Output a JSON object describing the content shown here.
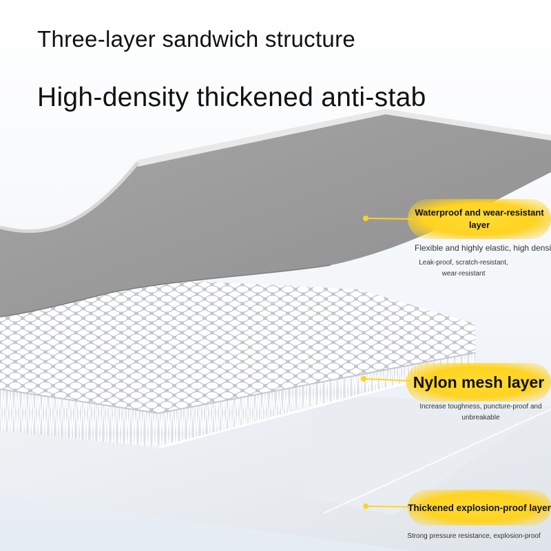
{
  "titles": {
    "line1": "Three-layer sandwich structure",
    "line2": "High-density thickened anti-stab"
  },
  "layers": [
    {
      "label": "Waterproof and wear-resistant layer",
      "desc": [
        "Flexible and highly elastic, high density",
        "Leak-proof, scratch-resistant, wear-resistant"
      ]
    },
    {
      "label": "Nylon mesh layer",
      "desc": [
        "Increase toughness, puncture-proof and unbreakable"
      ]
    },
    {
      "label": "Thickened explosion-proof layer",
      "desc": [
        "Strong pressure resistance, explosion-proof"
      ]
    }
  ],
  "colors": {
    "accent": "#ffd321",
    "top_layer": "#9e9e9e",
    "mesh": "#ffffff",
    "bottom_layer": "#ebeef2"
  }
}
